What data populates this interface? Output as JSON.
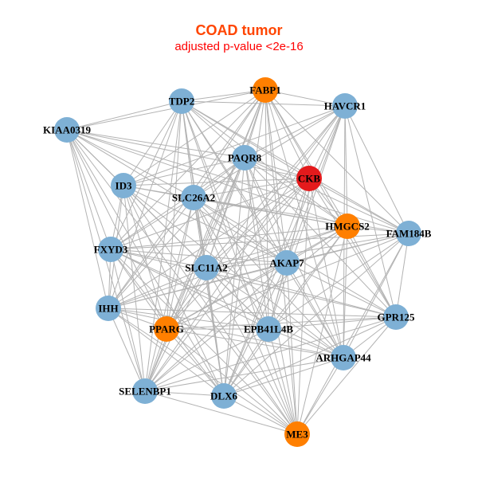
{
  "header": {
    "title": "COAD tumor",
    "subtitle": "adjusted p-value <2e-16"
  },
  "colors": {
    "title": "#ff4500",
    "subtitle": "#ff0000",
    "edge": "#b3b3b3",
    "node_default": "#7eb0d5",
    "node_orange": "#ff7f00",
    "node_red": "#e41a1c"
  },
  "network": {
    "nodes": [
      {
        "id": "FABP1",
        "label": "FABP1",
        "group": "orange"
      },
      {
        "id": "TDP2",
        "label": "TDP2",
        "group": "default"
      },
      {
        "id": "HAVCR1",
        "label": "HAVCR1",
        "group": "default"
      },
      {
        "id": "KIAA0319",
        "label": "KIAA0319",
        "group": "default"
      },
      {
        "id": "PAQR8",
        "label": "PAQR8",
        "group": "default"
      },
      {
        "id": "CKB",
        "label": "CKB",
        "group": "red"
      },
      {
        "id": "ID3",
        "label": "ID3",
        "group": "default"
      },
      {
        "id": "SLC26A2",
        "label": "SLC26A2",
        "group": "default"
      },
      {
        "id": "HMGCS2",
        "label": "HMGCS2",
        "group": "orange"
      },
      {
        "id": "FAM184B",
        "label": "FAM184B",
        "group": "default"
      },
      {
        "id": "FXYD3",
        "label": "FXYD3",
        "group": "default"
      },
      {
        "id": "SLC11A2",
        "label": "SLC11A2",
        "group": "default"
      },
      {
        "id": "AKAP7",
        "label": "AKAP7",
        "group": "default"
      },
      {
        "id": "IHH",
        "label": "IHH",
        "group": "default"
      },
      {
        "id": "PPARG",
        "label": "PPARG",
        "group": "orange"
      },
      {
        "id": "EPB41L4B",
        "label": "EPB41L4B",
        "group": "default"
      },
      {
        "id": "GPR125",
        "label": "GPR125",
        "group": "default"
      },
      {
        "id": "ARHGAP44",
        "label": "ARHGAP44",
        "group": "default"
      },
      {
        "id": "SELENBP1",
        "label": "SELENBP1",
        "group": "default"
      },
      {
        "id": "DLX6",
        "label": "DLX6",
        "group": "default"
      },
      {
        "id": "ME3",
        "label": "ME3",
        "group": "orange"
      }
    ],
    "edges": [
      [
        "FABP1",
        "TDP2"
      ],
      [
        "FABP1",
        "HAVCR1"
      ],
      [
        "FABP1",
        "PAQR8"
      ],
      [
        "FABP1",
        "CKB"
      ],
      [
        "FABP1",
        "ID3"
      ],
      [
        "FABP1",
        "SLC26A2"
      ],
      [
        "FABP1",
        "HMGCS2"
      ],
      [
        "FABP1",
        "FAM184B"
      ],
      [
        "FABP1",
        "FXYD3"
      ],
      [
        "FABP1",
        "SLC11A2"
      ],
      [
        "FABP1",
        "AKAP7"
      ],
      [
        "FABP1",
        "IHH"
      ],
      [
        "FABP1",
        "PPARG"
      ],
      [
        "FABP1",
        "EPB41L4B"
      ],
      [
        "FABP1",
        "GPR125"
      ],
      [
        "FABP1",
        "ARHGAP44"
      ],
      [
        "FABP1",
        "SELENBP1"
      ],
      [
        "FABP1",
        "DLX6"
      ],
      [
        "FABP1",
        "ME3"
      ],
      [
        "FABP1",
        "KIAA0319"
      ],
      [
        "TDP2",
        "HAVCR1"
      ],
      [
        "TDP2",
        "KIAA0319"
      ],
      [
        "TDP2",
        "PAQR8"
      ],
      [
        "TDP2",
        "CKB"
      ],
      [
        "TDP2",
        "ID3"
      ],
      [
        "TDP2",
        "SLC26A2"
      ],
      [
        "TDP2",
        "HMGCS2"
      ],
      [
        "TDP2",
        "FXYD3"
      ],
      [
        "TDP2",
        "SLC11A2"
      ],
      [
        "TDP2",
        "AKAP7"
      ],
      [
        "TDP2",
        "IHH"
      ],
      [
        "TDP2",
        "PPARG"
      ],
      [
        "TDP2",
        "EPB41L4B"
      ],
      [
        "TDP2",
        "ARHGAP44"
      ],
      [
        "TDP2",
        "SELENBP1"
      ],
      [
        "TDP2",
        "DLX6"
      ],
      [
        "TDP2",
        "ME3"
      ],
      [
        "TDP2",
        "FAM184B"
      ],
      [
        "HAVCR1",
        "PAQR8"
      ],
      [
        "HAVCR1",
        "CKB"
      ],
      [
        "HAVCR1",
        "SLC26A2"
      ],
      [
        "HAVCR1",
        "HMGCS2"
      ],
      [
        "HAVCR1",
        "FAM184B"
      ],
      [
        "HAVCR1",
        "SLC11A2"
      ],
      [
        "HAVCR1",
        "AKAP7"
      ],
      [
        "HAVCR1",
        "PPARG"
      ],
      [
        "HAVCR1",
        "EPB41L4B"
      ],
      [
        "HAVCR1",
        "GPR125"
      ],
      [
        "HAVCR1",
        "ARHGAP44"
      ],
      [
        "HAVCR1",
        "ID3"
      ],
      [
        "HAVCR1",
        "DLX6"
      ],
      [
        "HAVCR1",
        "SELENBP1"
      ],
      [
        "KIAA0319",
        "PAQR8"
      ],
      [
        "KIAA0319",
        "CKB"
      ],
      [
        "KIAA0319",
        "ID3"
      ],
      [
        "KIAA0319",
        "SLC26A2"
      ],
      [
        "KIAA0319",
        "HMGCS2"
      ],
      [
        "KIAA0319",
        "FXYD3"
      ],
      [
        "KIAA0319",
        "SLC11A2"
      ],
      [
        "KIAA0319",
        "AKAP7"
      ],
      [
        "KIAA0319",
        "IHH"
      ],
      [
        "KIAA0319",
        "PPARG"
      ],
      [
        "KIAA0319",
        "EPB41L4B"
      ],
      [
        "KIAA0319",
        "SELENBP1"
      ],
      [
        "KIAA0319",
        "DLX6"
      ],
      [
        "KIAA0319",
        "FAM184B"
      ],
      [
        "KIAA0319",
        "ME3"
      ],
      [
        "PAQR8",
        "CKB"
      ],
      [
        "PAQR8",
        "ID3"
      ],
      [
        "PAQR8",
        "SLC26A2"
      ],
      [
        "PAQR8",
        "HMGCS2"
      ],
      [
        "PAQR8",
        "FAM184B"
      ],
      [
        "PAQR8",
        "FXYD3"
      ],
      [
        "PAQR8",
        "SLC11A2"
      ],
      [
        "PAQR8",
        "AKAP7"
      ],
      [
        "PAQR8",
        "IHH"
      ],
      [
        "PAQR8",
        "PPARG"
      ],
      [
        "PAQR8",
        "EPB41L4B"
      ],
      [
        "PAQR8",
        "GPR125"
      ],
      [
        "PAQR8",
        "ARHGAP44"
      ],
      [
        "PAQR8",
        "SELENBP1"
      ],
      [
        "PAQR8",
        "DLX6"
      ],
      [
        "PAQR8",
        "ME3"
      ],
      [
        "CKB",
        "ID3"
      ],
      [
        "CKB",
        "SLC26A2"
      ],
      [
        "CKB",
        "HMGCS2"
      ],
      [
        "CKB",
        "FAM184B"
      ],
      [
        "CKB",
        "FXYD3"
      ],
      [
        "CKB",
        "SLC11A2"
      ],
      [
        "CKB",
        "AKAP7"
      ],
      [
        "CKB",
        "IHH"
      ],
      [
        "CKB",
        "PPARG"
      ],
      [
        "CKB",
        "EPB41L4B"
      ],
      [
        "CKB",
        "GPR125"
      ],
      [
        "CKB",
        "ARHGAP44"
      ],
      [
        "CKB",
        "SELENBP1"
      ],
      [
        "CKB",
        "DLX6"
      ],
      [
        "CKB",
        "ME3"
      ],
      [
        "ID3",
        "SLC26A2"
      ],
      [
        "ID3",
        "HMGCS2"
      ],
      [
        "ID3",
        "FXYD3"
      ],
      [
        "ID3",
        "SLC11A2"
      ],
      [
        "ID3",
        "AKAP7"
      ],
      [
        "ID3",
        "IHH"
      ],
      [
        "ID3",
        "PPARG"
      ],
      [
        "ID3",
        "EPB41L4B"
      ],
      [
        "ID3",
        "SELENBP1"
      ],
      [
        "ID3",
        "DLX6"
      ],
      [
        "ID3",
        "ME3"
      ],
      [
        "ID3",
        "ARHGAP44"
      ],
      [
        "SLC26A2",
        "HMGCS2"
      ],
      [
        "SLC26A2",
        "FAM184B"
      ],
      [
        "SLC26A2",
        "FXYD3"
      ],
      [
        "SLC26A2",
        "SLC11A2"
      ],
      [
        "SLC26A2",
        "AKAP7"
      ],
      [
        "SLC26A2",
        "IHH"
      ],
      [
        "SLC26A2",
        "PPARG"
      ],
      [
        "SLC26A2",
        "EPB41L4B"
      ],
      [
        "SLC26A2",
        "GPR125"
      ],
      [
        "SLC26A2",
        "ARHGAP44"
      ],
      [
        "SLC26A2",
        "SELENBP1"
      ],
      [
        "SLC26A2",
        "DLX6"
      ],
      [
        "SLC26A2",
        "ME3"
      ],
      [
        "HMGCS2",
        "FAM184B"
      ],
      [
        "HMGCS2",
        "FXYD3"
      ],
      [
        "HMGCS2",
        "SLC11A2"
      ],
      [
        "HMGCS2",
        "AKAP7"
      ],
      [
        "HMGCS2",
        "IHH"
      ],
      [
        "HMGCS2",
        "PPARG"
      ],
      [
        "HMGCS2",
        "EPB41L4B"
      ],
      [
        "HMGCS2",
        "GPR125"
      ],
      [
        "HMGCS2",
        "ARHGAP44"
      ],
      [
        "HMGCS2",
        "SELENBP1"
      ],
      [
        "HMGCS2",
        "DLX6"
      ],
      [
        "HMGCS2",
        "ME3"
      ],
      [
        "FAM184B",
        "FXYD3"
      ],
      [
        "FAM184B",
        "SLC11A2"
      ],
      [
        "FAM184B",
        "AKAP7"
      ],
      [
        "FAM184B",
        "IHH"
      ],
      [
        "FAM184B",
        "PPARG"
      ],
      [
        "FAM184B",
        "EPB41L4B"
      ],
      [
        "FAM184B",
        "GPR125"
      ],
      [
        "FAM184B",
        "ARHGAP44"
      ],
      [
        "FAM184B",
        "DLX6"
      ],
      [
        "FAM184B",
        "ME3"
      ],
      [
        "FXYD3",
        "SLC11A2"
      ],
      [
        "FXYD3",
        "AKAP7"
      ],
      [
        "FXYD3",
        "IHH"
      ],
      [
        "FXYD3",
        "PPARG"
      ],
      [
        "FXYD3",
        "EPB41L4B"
      ],
      [
        "FXYD3",
        "GPR125"
      ],
      [
        "FXYD3",
        "ARHGAP44"
      ],
      [
        "FXYD3",
        "SELENBP1"
      ],
      [
        "FXYD3",
        "DLX6"
      ],
      [
        "FXYD3",
        "ME3"
      ],
      [
        "SLC11A2",
        "AKAP7"
      ],
      [
        "SLC11A2",
        "IHH"
      ],
      [
        "SLC11A2",
        "PPARG"
      ],
      [
        "SLC11A2",
        "EPB41L4B"
      ],
      [
        "SLC11A2",
        "GPR125"
      ],
      [
        "SLC11A2",
        "ARHGAP44"
      ],
      [
        "SLC11A2",
        "SELENBP1"
      ],
      [
        "SLC11A2",
        "DLX6"
      ],
      [
        "SLC11A2",
        "ME3"
      ],
      [
        "AKAP7",
        "IHH"
      ],
      [
        "AKAP7",
        "PPARG"
      ],
      [
        "AKAP7",
        "EPB41L4B"
      ],
      [
        "AKAP7",
        "GPR125"
      ],
      [
        "AKAP7",
        "ARHGAP44"
      ],
      [
        "AKAP7",
        "SELENBP1"
      ],
      [
        "AKAP7",
        "DLX6"
      ],
      [
        "AKAP7",
        "ME3"
      ],
      [
        "IHH",
        "PPARG"
      ],
      [
        "IHH",
        "EPB41L4B"
      ],
      [
        "IHH",
        "GPR125"
      ],
      [
        "IHH",
        "ARHGAP44"
      ],
      [
        "IHH",
        "SELENBP1"
      ],
      [
        "IHH",
        "DLX6"
      ],
      [
        "IHH",
        "ME3"
      ],
      [
        "PPARG",
        "EPB41L4B"
      ],
      [
        "PPARG",
        "GPR125"
      ],
      [
        "PPARG",
        "ARHGAP44"
      ],
      [
        "PPARG",
        "SELENBP1"
      ],
      [
        "PPARG",
        "DLX6"
      ],
      [
        "PPARG",
        "ME3"
      ],
      [
        "EPB41L4B",
        "GPR125"
      ],
      [
        "EPB41L4B",
        "ARHGAP44"
      ],
      [
        "EPB41L4B",
        "SELENBP1"
      ],
      [
        "EPB41L4B",
        "DLX6"
      ],
      [
        "EPB41L4B",
        "ME3"
      ],
      [
        "GPR125",
        "ARHGAP44"
      ],
      [
        "GPR125",
        "SELENBP1"
      ],
      [
        "GPR125",
        "DLX6"
      ],
      [
        "GPR125",
        "ME3"
      ],
      [
        "ARHGAP44",
        "SELENBP1"
      ],
      [
        "ARHGAP44",
        "DLX6"
      ],
      [
        "ARHGAP44",
        "ME3"
      ],
      [
        "SELENBP1",
        "DLX6"
      ],
      [
        "SELENBP1",
        "ME3"
      ],
      [
        "DLX6",
        "ME3"
      ]
    ]
  }
}
